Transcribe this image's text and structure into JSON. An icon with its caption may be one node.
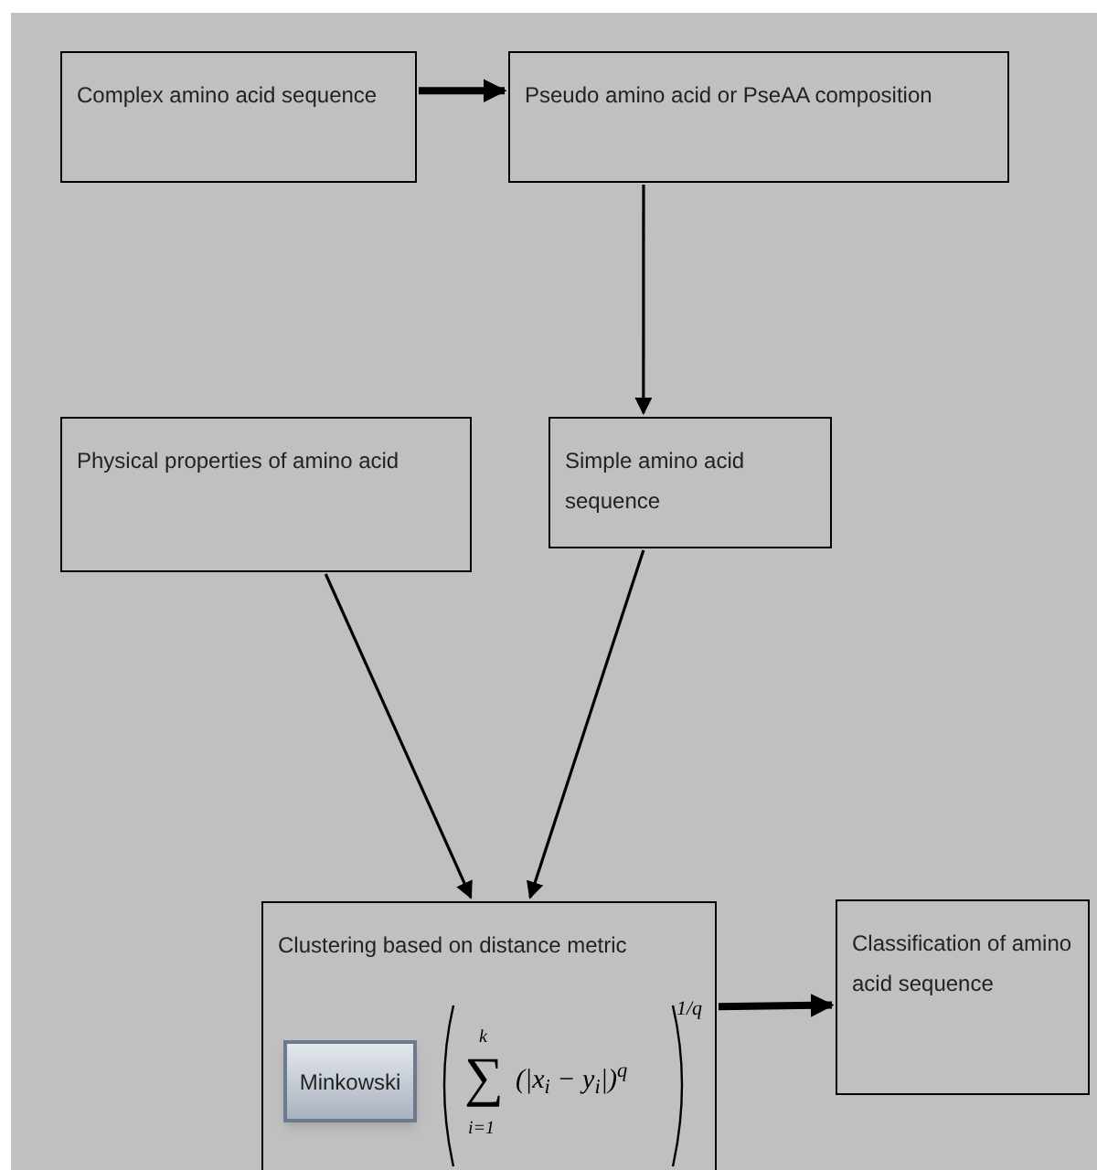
{
  "diagram": {
    "nodes": [
      {
        "text": [
          "Complex amino acid sequence"
        ]
      },
      {
        "text": [
          "Pseudo amino acid or PseAA composition"
        ]
      },
      {
        "text": [
          "Physical properties of amino acid"
        ]
      },
      {
        "text": [
          "Simple amino acid sequence"
        ]
      },
      {
        "text": [
          "Clustering based on distance metric"
        ]
      },
      {
        "text": [
          "Minkowski"
        ],
        "in": 4
      },
      {
        "text": [
          "Classification of amino acid sequence"
        ]
      }
    ],
    "edges": [
      {
        "from": 0,
        "to": 1,
        "arrow": "to",
        "style": "thick"
      },
      {
        "from": 1,
        "to": 3,
        "arrow": "to"
      },
      {
        "from": 2,
        "to": 4,
        "arrow": "to"
      },
      {
        "from": 3,
        "to": 4,
        "arrow": "to"
      },
      {
        "from": 4,
        "to": 6,
        "arrow": "to",
        "style": "thick"
      }
    ],
    "labels": [
      "∑",
      "k",
      "i=1",
      "(|x$_{i}$ − y$_{i}$|)$^{q}$",
      "1/q"
    ]
  }
}
